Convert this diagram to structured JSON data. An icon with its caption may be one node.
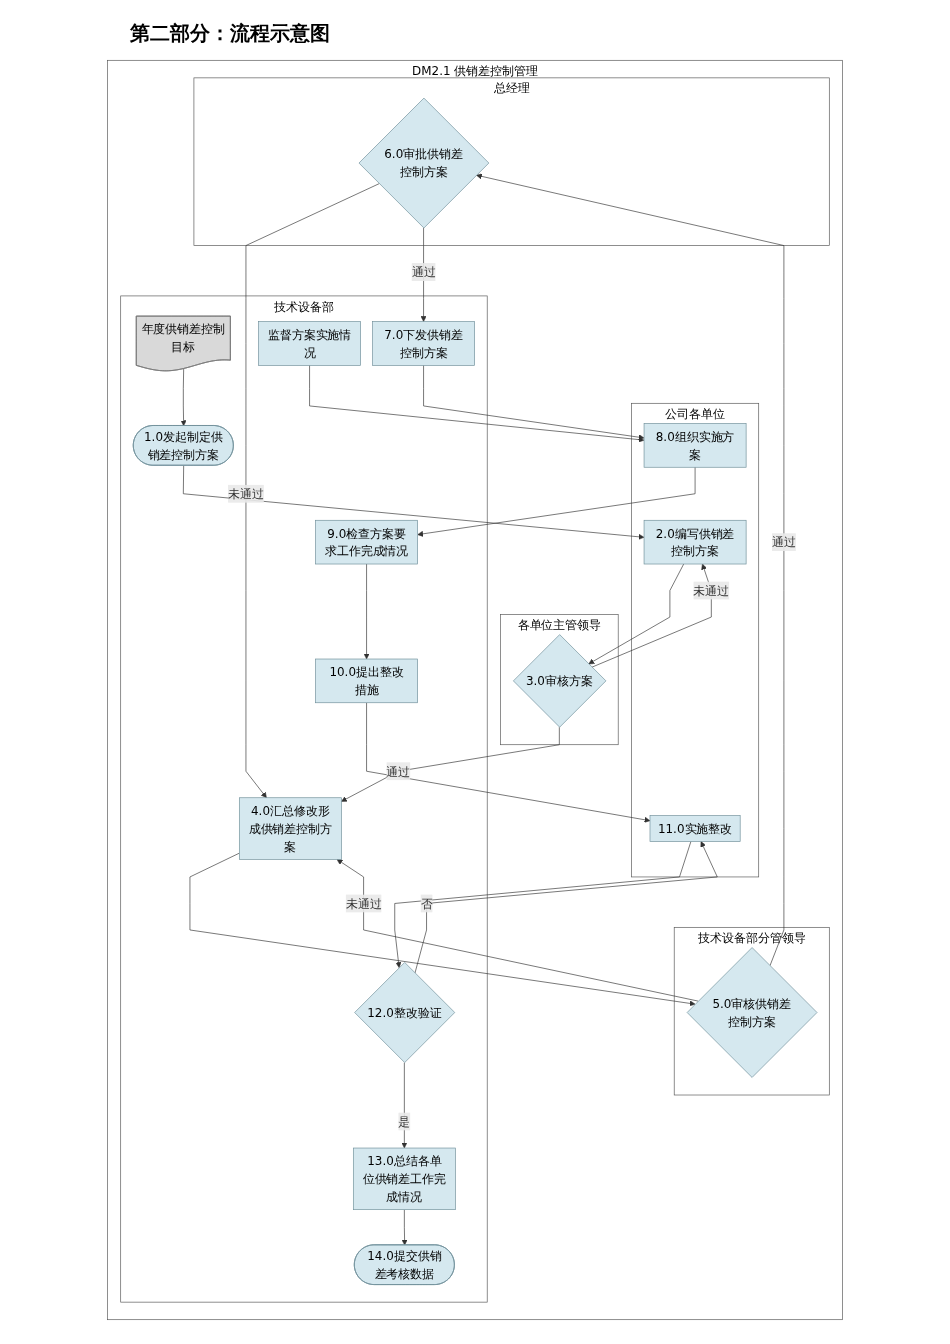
{
  "diagram": {
    "title": "第二部分：流程示意图",
    "nodes": [
      {
        "text": [
          "DM2.1 供销差控制管理"
        ]
      },
      {
        "text": [
          "公司各单位"
        ],
        "in": 0
      },
      {
        "text": [
          "各单位主管领导"
        ],
        "in": 0
      },
      {
        "text": [
          "技术设备部"
        ],
        "in": 0
      },
      {
        "text": [
          "技术设备部分管领导"
        ],
        "in": 0
      },
      {
        "text": [
          "总经理"
        ],
        "in": 0
      },
      {
        "text": [
          "年度供销差控制目标"
        ],
        "in": 3
      },
      {
        "text": [
          "1.0发起制定供销差控制方案"
        ],
        "in": 3
      },
      {
        "text": [
          "2.0编写供销差控制方案"
        ],
        "in": 1
      },
      {
        "text": [
          "3.0审核方案"
        ],
        "in": 2
      },
      {
        "text": [
          "4.0汇总修改形成供销差控制方案"
        ],
        "in": 3
      },
      {
        "text": [
          "5.0审核供销差控制方案"
        ],
        "in": 4
      },
      {
        "text": [
          "6.0审批供销差控制方案"
        ],
        "in": 5
      },
      {
        "text": [
          "7.0下发供销差控制方案"
        ],
        "in": 3
      },
      {
        "text": [
          "8.0组织实施方案"
        ],
        "in": 1
      },
      {
        "text": [
          "监督方案实施情况"
        ],
        "in": 3
      },
      {
        "text": [
          "9.0检查方案要求工作完成情况"
        ],
        "in": 3
      },
      {
        "text": [
          "10.0提出整改措施"
        ],
        "in": 3
      },
      {
        "text": [
          "11.0实施整改"
        ],
        "in": 1
      },
      {
        "text": [
          "12.0整改验证"
        ],
        "in": 3
      },
      {
        "text": [
          "13.0总结各单位供销差工作完成情况"
        ],
        "in": 3
      },
      {
        "text": [
          "14.0提交供销差考核数据"
        ],
        "in": 3
      }
    ],
    "edges": [
      {
        "from": 6,
        "to": 7,
        "arrow": "to"
      },
      {
        "from": 7,
        "to": 8,
        "arrow": "to"
      },
      {
        "from": 8,
        "to": 9,
        "arrow": "to"
      },
      {
        "from": 9,
        "to": 8,
        "arrow": "to",
        "label": "未通过"
      },
      {
        "from": 9,
        "to": 10,
        "arrow": "to",
        "label": "通过"
      },
      {
        "from": 10,
        "to": 11,
        "arrow": "to"
      },
      {
        "from": 11,
        "to": 10,
        "arrow": "to",
        "label": "未通过"
      },
      {
        "from": 11,
        "to": 12,
        "arrow": "to",
        "label": "通过"
      },
      {
        "from": 12,
        "to": 10,
        "arrow": "to",
        "label": "未通过"
      },
      {
        "from": 12,
        "to": 13,
        "arrow": "to",
        "label": "通过"
      },
      {
        "from": 13,
        "to": 14,
        "arrow": "to"
      },
      {
        "from": 15,
        "to": 14,
        "arrow": "to"
      },
      {
        "from": 14,
        "to": 16,
        "arrow": "to"
      },
      {
        "from": 16,
        "to": 17,
        "arrow": "to"
      },
      {
        "from": 17,
        "to": 18,
        "arrow": "to"
      },
      {
        "from": 18,
        "to": 19,
        "arrow": "to"
      },
      {
        "from": 19,
        "to": 18,
        "arrow": "to",
        "label": "否"
      },
      {
        "from": 19,
        "to": 20,
        "arrow": "to",
        "label": "是"
      },
      {
        "from": 20,
        "to": 21,
        "arrow": "to"
      }
    ]
  }
}
